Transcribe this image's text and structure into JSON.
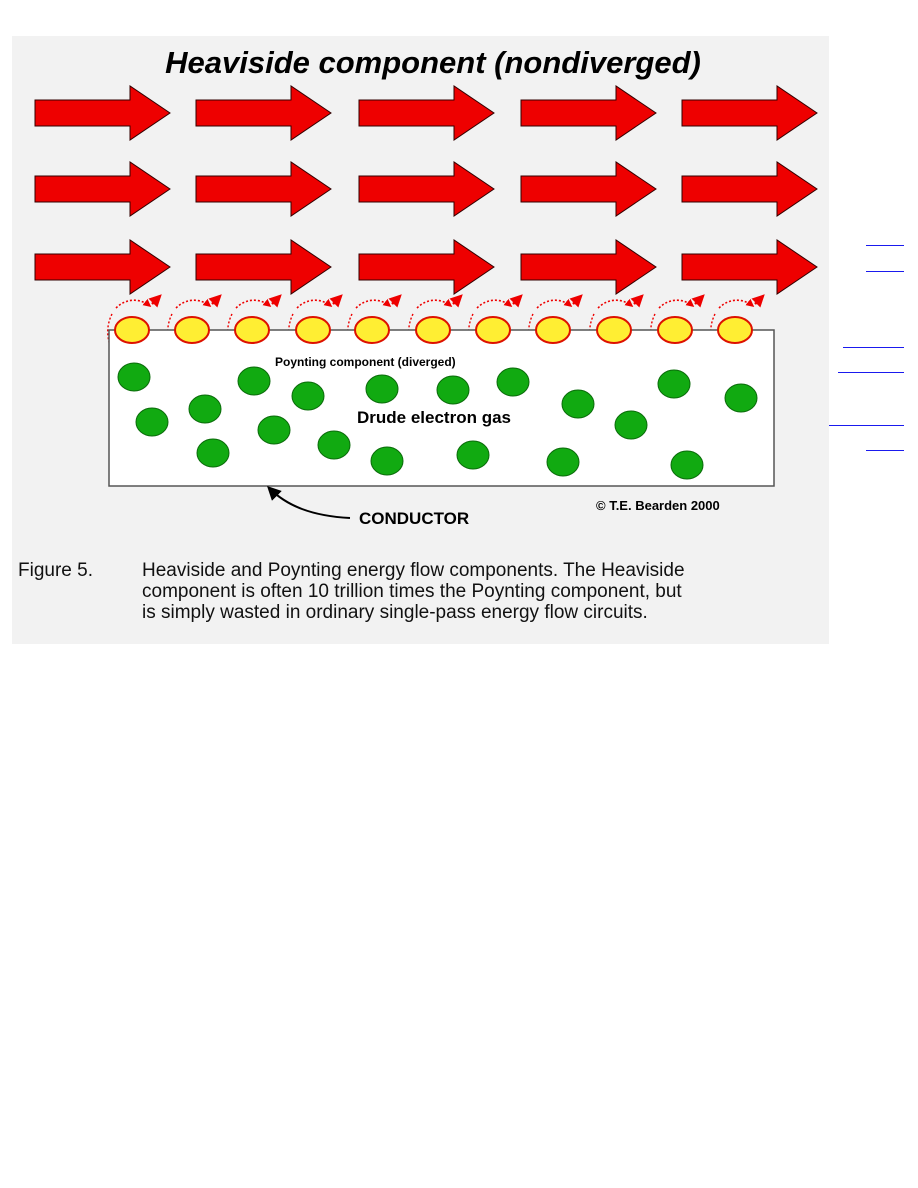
{
  "figure": {
    "title": "Heaviside component (nondiverged)",
    "poynting_label": "Poynting component (diverged)",
    "drude_label": "Drude electron gas",
    "conductor_label": "CONDUCTOR",
    "copyright": "© T.E. Bearden 2000",
    "colors": {
      "arrow": "#ee0000",
      "surface_electron": "#ffee33",
      "electron_gas": "#11aa11",
      "panel_bg": "#f2f2f2"
    }
  },
  "caption": {
    "lead": "Figure 5.",
    "lines": [
      "Heaviside and Poynting energy flow components.  The Heaviside",
      "component is often 10 trillion times the Poynting component, but",
      "is simply wasted in ordinary single-pass energy flow circuits."
    ]
  },
  "side_links_count": 6
}
